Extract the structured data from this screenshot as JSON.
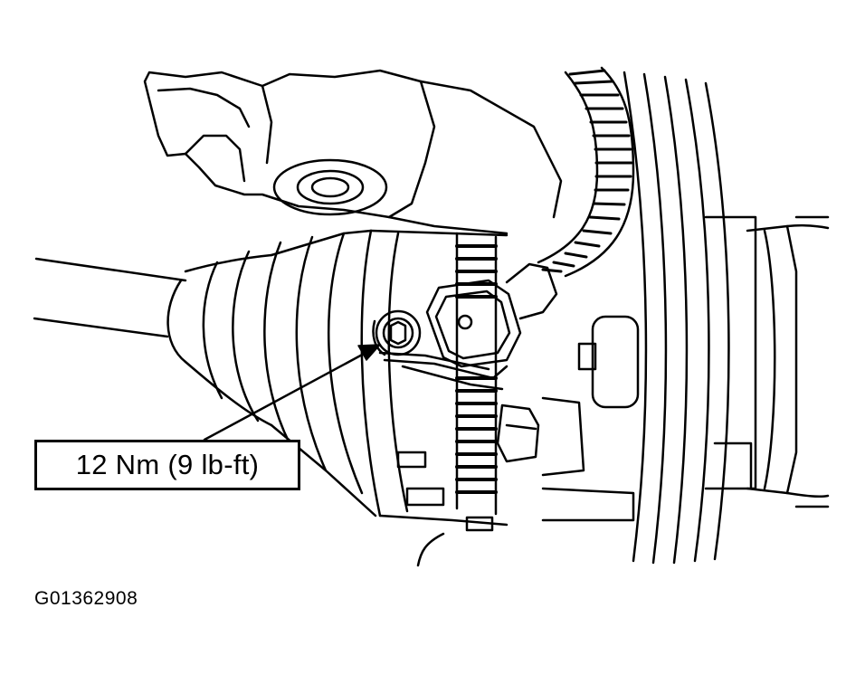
{
  "callout": {
    "torque_label": "12 Nm (9 lb-ft)"
  },
  "figure": {
    "id": "G01362908"
  },
  "colors": {
    "ink": "#000000",
    "paper": "#ffffff"
  },
  "icons": [
    "wheel-speed-sensor-drawing",
    "callout-arrow"
  ]
}
